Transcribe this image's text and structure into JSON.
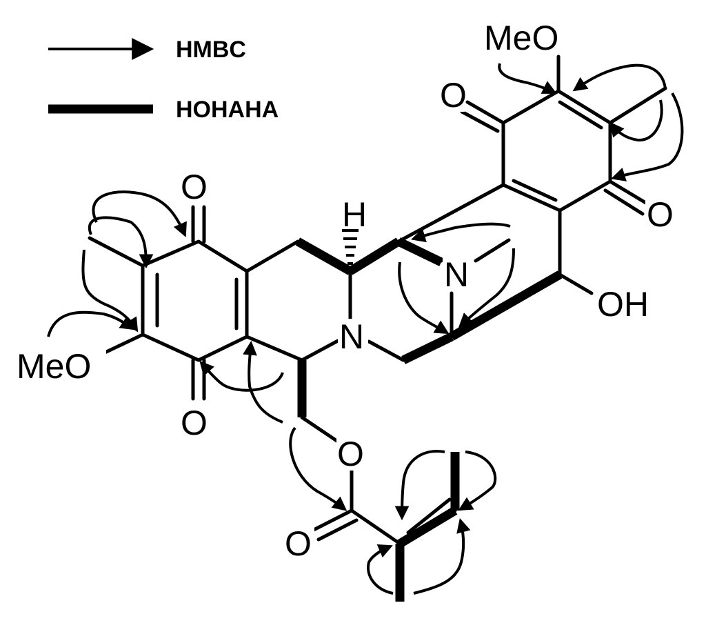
{
  "legend": [
    {
      "label": "HMBC",
      "style": "arrow"
    },
    {
      "label": "HOHAHA",
      "style": "bold-line"
    }
  ],
  "atoms": {
    "meo_top": "MeO",
    "o_top_left": "O",
    "o_top_right": "O",
    "o_left_top": "O",
    "h_stereo": "H",
    "n_methyl": "N",
    "oh": "OH",
    "n_ring": "N",
    "meo_left": "MeO",
    "o_left_bottom": "O",
    "o_ester": "O",
    "o_carbonyl": "O"
  },
  "colors": {
    "ink": "#000000",
    "background": "#ffffff"
  }
}
